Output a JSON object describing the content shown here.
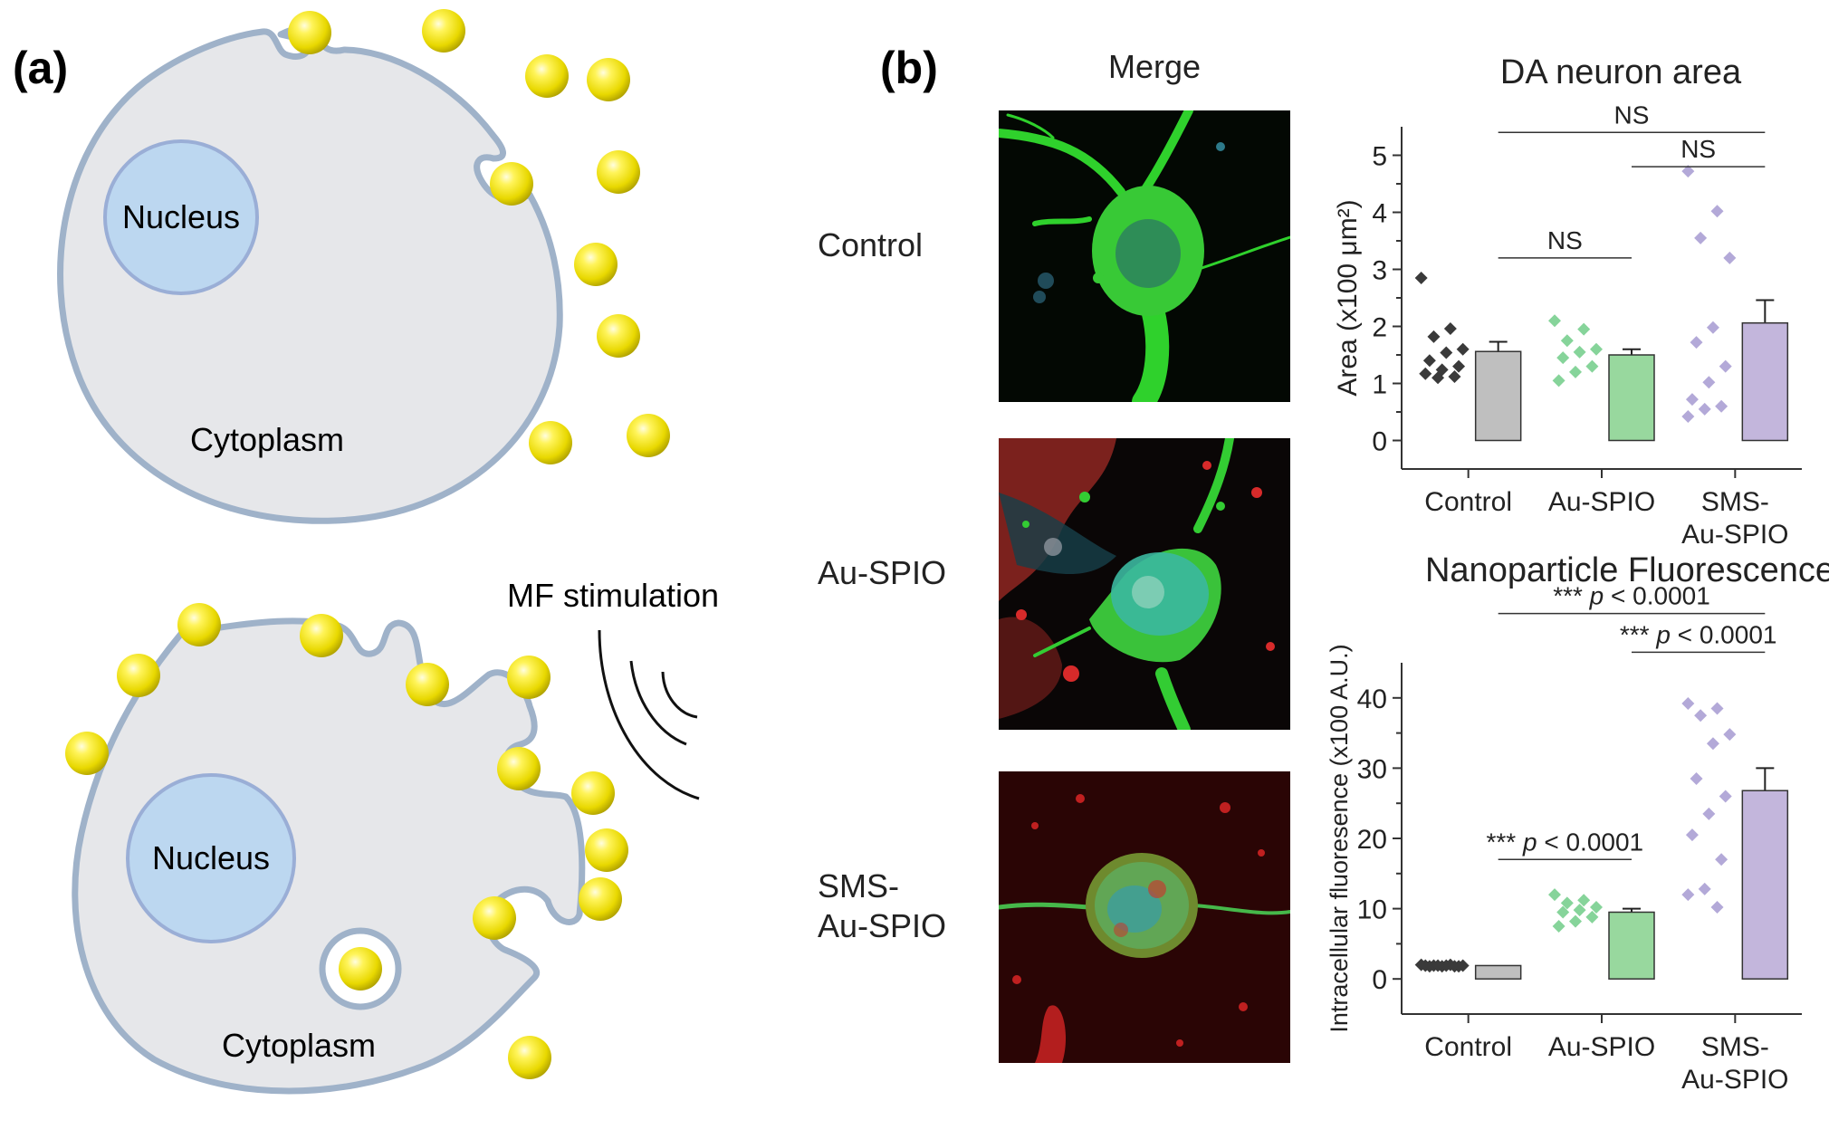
{
  "panel_a": {
    "label": "(a)",
    "top_cell": {
      "nucleus": "Nucleus",
      "cytoplasm": "Cytoplasm"
    },
    "bottom_cell": {
      "nucleus": "Nucleus",
      "cytoplasm": "Cytoplasm"
    },
    "stimulation": "MF stimulation",
    "colors": {
      "cell_fill": "#e6e7ea",
      "membrane": "#9fb2c9",
      "nucleus": "#bcd7f0",
      "particle": "#f5ec00"
    }
  },
  "panel_b": {
    "label": "(b)",
    "merge_title": "Merge",
    "row_labels": [
      {
        "lines": [
          "Control"
        ]
      },
      {
        "lines": [
          "Au-SPIO"
        ]
      },
      {
        "lines": [
          "SMS-",
          "Au-SPIO"
        ]
      }
    ]
  },
  "chart_data": [
    {
      "type": "bar",
      "title": "DA neuron area",
      "ylabel": "Area (x100 μm²)",
      "ylim": [
        -0.5,
        5.5
      ],
      "yticks": [
        "0",
        "1",
        "2",
        "3",
        "4",
        "5"
      ],
      "categories": [
        {
          "lines": [
            "Control"
          ]
        },
        {
          "lines": [
            "Au-SPIO"
          ]
        },
        {
          "lines": [
            "SMS-",
            "Au-SPIO"
          ]
        }
      ],
      "bars": [
        {
          "mean": 1.56,
          "error": 0.17,
          "color": "#bfbfbf"
        },
        {
          "mean": 1.5,
          "error": 0.1,
          "color": "#98d89e"
        },
        {
          "mean": 2.06,
          "error": 0.4,
          "color": "#c3b6dc"
        }
      ],
      "points": [
        {
          "color": "#3a3a3a",
          "values": [
            2.85,
            1.96,
            1.82,
            1.6,
            1.54,
            1.4,
            1.3,
            1.24,
            1.17,
            1.12,
            1.1
          ]
        },
        {
          "color": "#86d49a",
          "values": [
            2.1,
            1.95,
            1.75,
            1.6,
            1.55,
            1.45,
            1.3,
            1.2,
            1.05
          ]
        },
        {
          "color": "#b3a9d8",
          "values": [
            4.72,
            4.02,
            3.55,
            3.2,
            1.98,
            1.72,
            1.3,
            1.02,
            0.72,
            0.6,
            0.55,
            0.42
          ]
        }
      ],
      "significance": [
        {
          "from": 0,
          "to": 2,
          "label": "NS",
          "y": 5.4
        },
        {
          "from": 1,
          "to": 2,
          "label": "NS",
          "y": 4.8
        },
        {
          "from": 0,
          "to": 1,
          "label": "NS",
          "y": 3.2
        }
      ]
    },
    {
      "type": "bar",
      "title": "Nanoparticle Fluorescence",
      "ylabel": "Intracellular fluoresence (x100 A.U.)",
      "ylim": [
        -5,
        45
      ],
      "yticks": [
        "0",
        "10",
        "20",
        "30",
        "40"
      ],
      "categories": [
        {
          "lines": [
            "Control"
          ]
        },
        {
          "lines": [
            "Au-SPIO"
          ]
        },
        {
          "lines": [
            "SMS-",
            "Au-SPIO"
          ]
        }
      ],
      "bars": [
        {
          "mean": 1.9,
          "error": 0,
          "color": "#bfbfbf"
        },
        {
          "mean": 9.5,
          "error": 0.5,
          "color": "#98d89e"
        },
        {
          "mean": 26.8,
          "error": 3.2,
          "color": "#c3b6dc"
        }
      ],
      "points": [
        {
          "color": "#3a3a3a",
          "values": [
            2.0,
            2.0,
            1.9,
            1.9,
            1.9,
            1.8,
            1.8,
            1.8,
            1.9,
            1.8,
            1.9
          ]
        },
        {
          "color": "#86d49a",
          "values": [
            12.0,
            11.2,
            10.8,
            10.2,
            9.8,
            9.5,
            8.8,
            8.2,
            7.5
          ]
        },
        {
          "color": "#b3a9d8",
          "values": [
            39.2,
            38.5,
            37.5,
            34.8,
            33.5,
            28.5,
            26.0,
            23.5,
            20.5,
            17.0,
            12.8,
            12.0,
            10.2
          ]
        }
      ],
      "significance": [
        {
          "from": 0,
          "to": 2,
          "label_prefix": "***",
          "label_p": "p",
          "label_rest": " < 0.0001",
          "y": 52
        },
        {
          "from": 1,
          "to": 2,
          "label_prefix": "***",
          "label_p": "p",
          "label_rest": " < 0.0001",
          "y": 46.5
        },
        {
          "from": 0,
          "to": 1,
          "label_prefix": "***",
          "label_p": "p",
          "label_rest": " < 0.0001",
          "y": 17
        }
      ]
    }
  ]
}
